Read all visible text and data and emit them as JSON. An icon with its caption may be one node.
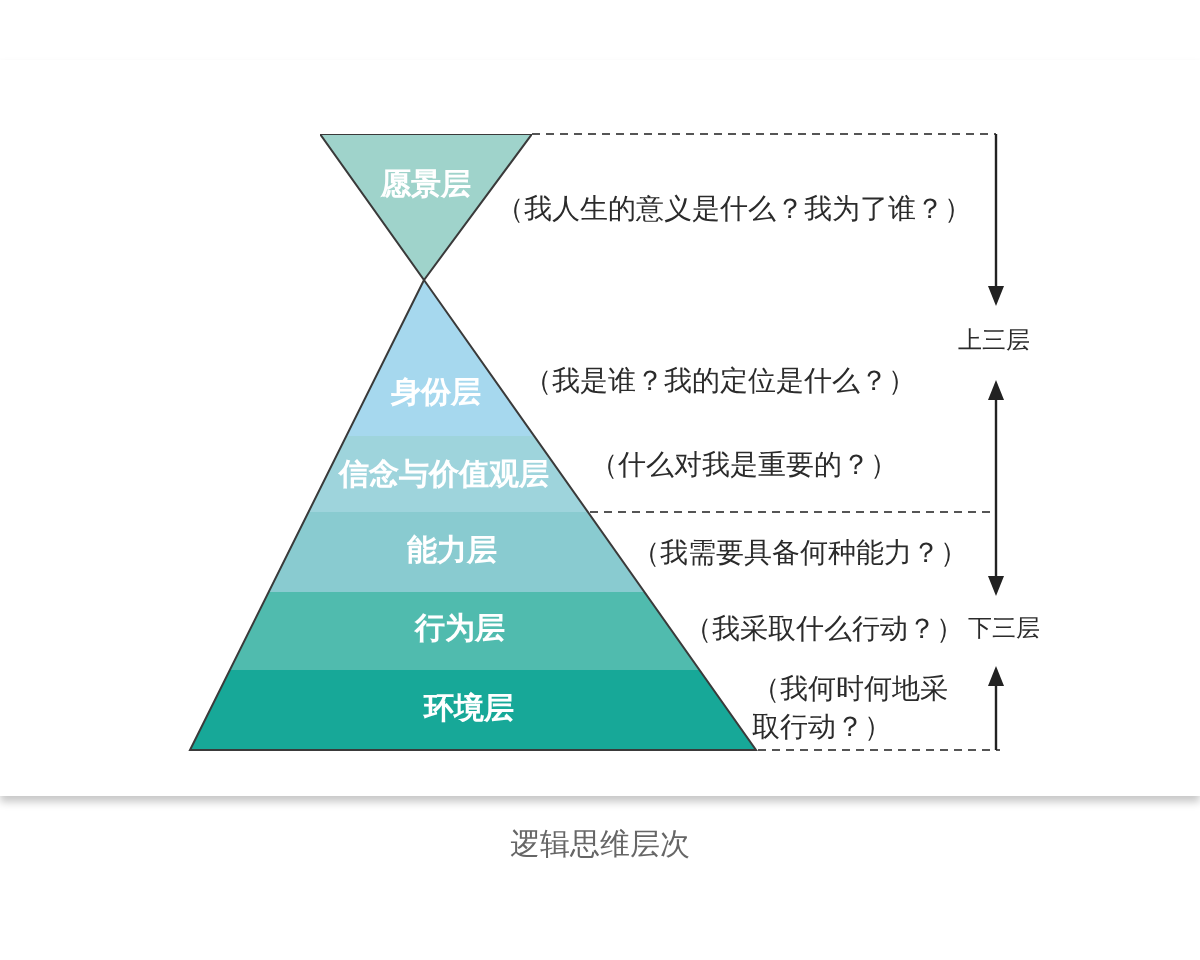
{
  "diagram": {
    "caption": "逻辑思维层次",
    "nodes": [
      {
        "text": [
          "愿景层"
        ],
        "beside": [
          "（我人生的意义是什么？我为了谁？）"
        ]
      },
      {
        "text": [
          "身份层"
        ],
        "beside": [
          "（我是谁？我的定位是什么？）"
        ]
      },
      {
        "text": [
          "信念与价值观层"
        ],
        "beside": [
          "（什么对我是重要的？）"
        ]
      },
      {
        "text": [
          "能力层"
        ],
        "beside": [
          "（我需要具备何种能力？）"
        ]
      },
      {
        "text": [
          "行为层"
        ],
        "beside": [
          "（我采取什么行动？）"
        ]
      },
      {
        "text": [
          "环境层"
        ],
        "beside": [
          "（我何时何地采取行动？）"
        ]
      }
    ],
    "labels": [
      "上三层",
      "下三层"
    ]
  }
}
